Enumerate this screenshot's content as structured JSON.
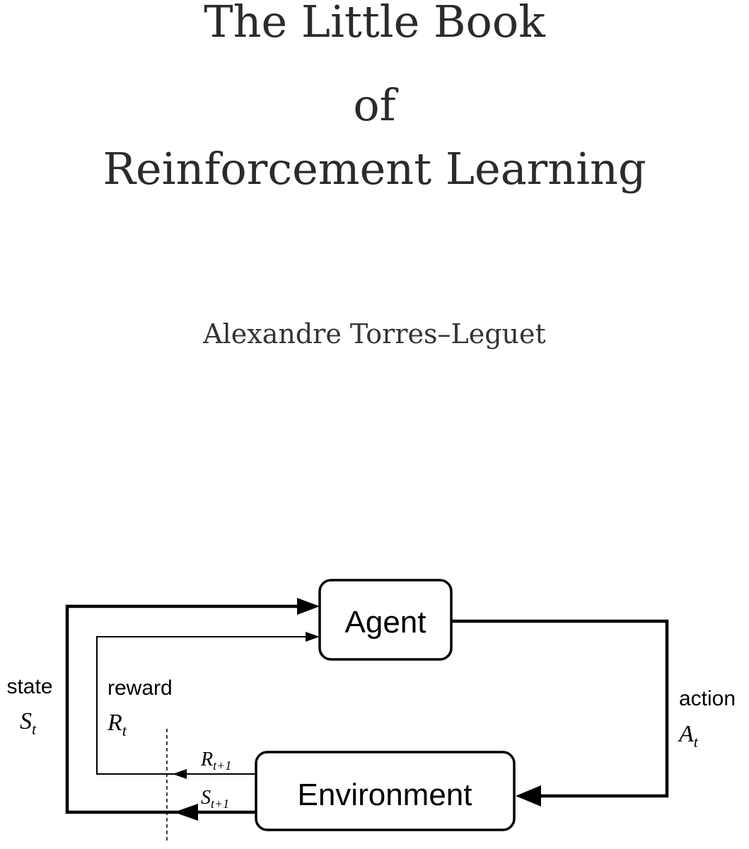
{
  "cover": {
    "title_line_1": "The Little Book",
    "title_line_2": "of",
    "title_line_3": "Reinforcement Learning",
    "author": "Alexandre Torres–Leguet"
  },
  "diagram": {
    "agent_label": "Agent",
    "environment_label": "Environment",
    "state_word": "state",
    "state_symbol": "S",
    "state_sub": "t",
    "reward_word": "reward",
    "reward_symbol": "R",
    "reward_sub": "t",
    "action_word": "action",
    "action_symbol": "A",
    "action_sub": "t",
    "next_reward_symbol": "R",
    "next_reward_sub": "t+1",
    "next_state_symbol": "S",
    "next_state_sub": "t+1"
  }
}
